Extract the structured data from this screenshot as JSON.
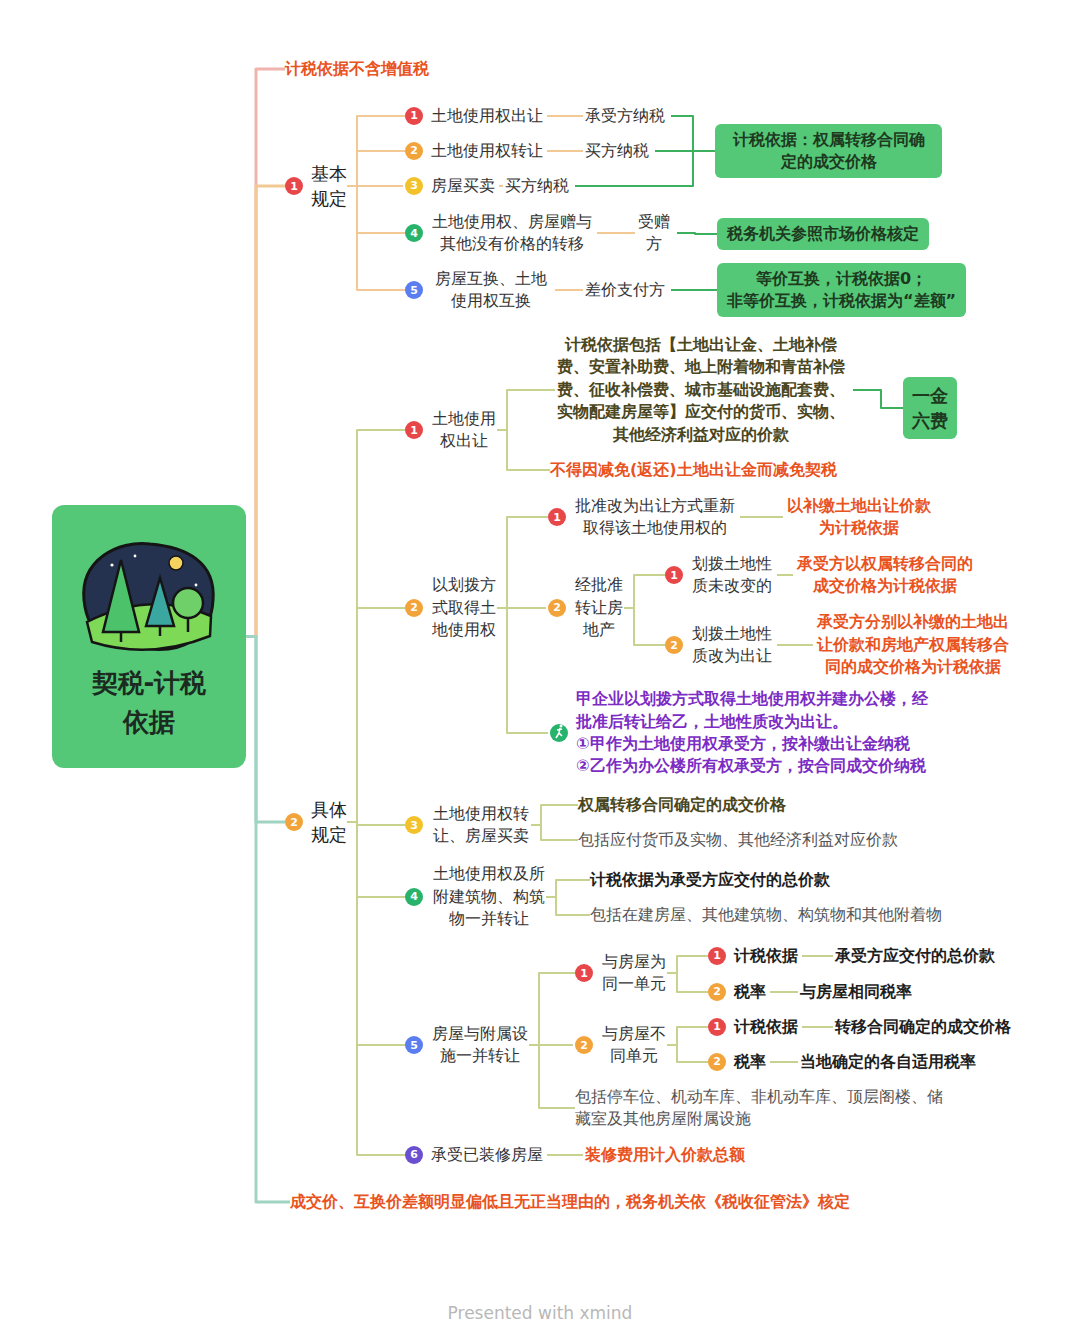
{
  "diagram": {
    "nodes": [
      {
        "text": [
          "契税-计税依据"
        ]
      },
      {
        "text": [
          "计税依据不含增值税"
        ]
      },
      {
        "text": [
          "1",
          "基本规定"
        ]
      },
      {
        "text": [
          "1",
          "土地使用权出让"
        ]
      },
      {
        "text": [
          "承受方纳税"
        ]
      },
      {
        "text": [
          "2",
          "土地使用权转让"
        ]
      },
      {
        "text": [
          "买方纳税"
        ]
      },
      {
        "text": [
          "3",
          "房屋买卖"
        ]
      },
      {
        "text": [
          "买方纳税"
        ]
      },
      {
        "text": [
          "4",
          "土地使用权、房屋赠与其他没有价格的转移"
        ]
      },
      {
        "text": [
          "受赠方"
        ]
      },
      {
        "text": [
          "5",
          "房屋互换、土地使用权互换"
        ]
      },
      {
        "text": [
          "差价支付方"
        ]
      },
      {
        "text": [
          "计税依据：权属转移合同确定的成交价格"
        ]
      },
      {
        "text": [
          "税务机关参照市场价格核定"
        ]
      },
      {
        "text": [
          "等价互换，计税依据0；",
          "非等价互换，计税依据为“差额”"
        ]
      },
      {
        "text": [
          "2",
          "具体规定"
        ]
      },
      {
        "text": [
          "1",
          "土地使用权出让"
        ]
      },
      {
        "text": [
          "计税依据包括【土地出让金、土地补偿费、安置补助费、地上附着物和青苗补偿费、征收补偿费、城市基础设施配套费、实物配建房屋等】应交付的货币、实物、其他经济利益对应的价款"
        ]
      },
      {
        "text": [
          "不得因减免(返还)土地出让金而减免契税"
        ]
      },
      {
        "text": [
          "一金六费"
        ]
      },
      {
        "text": [
          "2",
          "以划拨方式取得土地使用权"
        ]
      },
      {
        "text": [
          "1",
          "批准改为出让方式重新取得该土地使用权的"
        ]
      },
      {
        "text": [
          "以补缴土地出让价款为计税依据"
        ]
      },
      {
        "text": [
          "2",
          "经批准转让房地产"
        ]
      },
      {
        "text": [
          "1",
          "划拨土地性质未改变的"
        ]
      },
      {
        "text": [
          "承受方以权属转移合同的成交价格为计税依据"
        ]
      },
      {
        "text": [
          "2",
          "划拨土地性质改为出让"
        ]
      },
      {
        "text": [
          "承受方分别以补缴的土地出让价款和房地产权属转移合同的成交价格为计税依据"
        ]
      },
      {
        "text": [
          "甲企业以划拨方式取得土地使用权并建办公楼，经批准后转让给乙，土地性质改为出让。",
          "①甲作为土地使用权承受方，按补缴出让金纳税",
          "②乙作为办公楼所有权承受方，按合同成交价纳税"
        ]
      },
      {
        "text": [
          "3",
          "土地使用权转让、房屋买卖"
        ]
      },
      {
        "text": [
          "权属转移合同确定的成交价格"
        ]
      },
      {
        "text": [
          "包括应付货币及实物、其他经济利益对应价款"
        ]
      },
      {
        "text": [
          "4",
          "土地使用权及所附建筑物、构筑物一并转让"
        ]
      },
      {
        "text": [
          "计税依据为承受方应交付的总价款"
        ]
      },
      {
        "text": [
          "包括在建房屋、其他建筑物、构筑物和其他附着物"
        ]
      },
      {
        "text": [
          "5",
          "房屋与附属设施一并转让"
        ]
      },
      {
        "text": [
          "1",
          "与房屋为同一单元"
        ]
      },
      {
        "text": [
          "1",
          "计税依据"
        ]
      },
      {
        "text": [
          "承受方应交付的总价款"
        ]
      },
      {
        "text": [
          "2",
          "税率"
        ]
      },
      {
        "text": [
          "与房屋相同税率"
        ]
      },
      {
        "text": [
          "2",
          "与房屋不同单元"
        ]
      },
      {
        "text": [
          "1",
          "计税依据"
        ]
      },
      {
        "text": [
          "转移合同确定的成交价格"
        ]
      },
      {
        "text": [
          "2",
          "税率"
        ]
      },
      {
        "text": [
          "当地确定的各自适用税率"
        ]
      },
      {
        "text": [
          "包括停车位、机动车库、非机动车库、顶层阁楼、储藏室及其他房屋附属设施"
        ]
      },
      {
        "text": [
          "6",
          "承受已装修房屋"
        ]
      },
      {
        "text": [
          "装修费用计入价款总额"
        ]
      },
      {
        "text": [
          "成交价、互换价差额明显偏低且无正当理由的，税务机关依《税收征管法》核定"
        ]
      }
    ],
    "edges": [
      {
        "from": 0,
        "to": 1,
        "arrow": "none"
      },
      {
        "from": 0,
        "to": 2,
        "arrow": "none"
      },
      {
        "from": 0,
        "to": 16,
        "arrow": "none"
      },
      {
        "from": 0,
        "to": 50,
        "arrow": "none"
      },
      {
        "from": 2,
        "to": 3,
        "arrow": "none"
      },
      {
        "from": 2,
        "to": 5,
        "arrow": "none"
      },
      {
        "from": 2,
        "to": 7,
        "arrow": "none"
      },
      {
        "from": 2,
        "to": 9,
        "arrow": "none"
      },
      {
        "from": 2,
        "to": 11,
        "arrow": "none"
      },
      {
        "from": 3,
        "to": 4,
        "arrow": "none"
      },
      {
        "from": 5,
        "to": 6,
        "arrow": "none"
      },
      {
        "from": 7,
        "to": 8,
        "arrow": "none"
      },
      {
        "from": 9,
        "to": 10,
        "arrow": "none"
      },
      {
        "from": 11,
        "to": 12,
        "arrow": "none"
      },
      {
        "from": 4,
        "to": 13,
        "arrow": "none"
      },
      {
        "from": 6,
        "to": 13,
        "arrow": "none"
      },
      {
        "from": 8,
        "to": 13,
        "arrow": "none"
      },
      {
        "from": 10,
        "to": 14,
        "arrow": "none"
      },
      {
        "from": 12,
        "to": 15,
        "arrow": "none"
      },
      {
        "from": 16,
        "to": 17,
        "arrow": "none"
      },
      {
        "from": 16,
        "to": 21,
        "arrow": "none"
      },
      {
        "from": 16,
        "to": 30,
        "arrow": "none"
      },
      {
        "from": 16,
        "to": 33,
        "arrow": "none"
      },
      {
        "from": 16,
        "to": 36,
        "arrow": "none"
      },
      {
        "from": 16,
        "to": 48,
        "arrow": "none"
      },
      {
        "from": 17,
        "to": 18,
        "arrow": "none"
      },
      {
        "from": 17,
        "to": 19,
        "arrow": "none"
      },
      {
        "from": 18,
        "to": 20,
        "arrow": "none"
      },
      {
        "from": 21,
        "to": 22,
        "arrow": "none"
      },
      {
        "from": 21,
        "to": 24,
        "arrow": "none"
      },
      {
        "from": 21,
        "to": 29,
        "arrow": "none"
      },
      {
        "from": 22,
        "to": 23,
        "arrow": "none"
      },
      {
        "from": 24,
        "to": 25,
        "arrow": "none"
      },
      {
        "from": 24,
        "to": 27,
        "arrow": "none"
      },
      {
        "from": 25,
        "to": 26,
        "arrow": "none"
      },
      {
        "from": 27,
        "to": 28,
        "arrow": "none"
      },
      {
        "from": 30,
        "to": 31,
        "arrow": "none"
      },
      {
        "from": 30,
        "to": 32,
        "arrow": "none"
      },
      {
        "from": 33,
        "to": 34,
        "arrow": "none"
      },
      {
        "from": 33,
        "to": 35,
        "arrow": "none"
      },
      {
        "from": 36,
        "to": 37,
        "arrow": "none"
      },
      {
        "from": 36,
        "to": 42,
        "arrow": "none"
      },
      {
        "from": 36,
        "to": 47,
        "arrow": "none"
      },
      {
        "from": 37,
        "to": 38,
        "arrow": "none"
      },
      {
        "from": 37,
        "to": 40,
        "arrow": "none"
      },
      {
        "from": 38,
        "to": 39,
        "arrow": "none"
      },
      {
        "from": 40,
        "to": 41,
        "arrow": "none"
      },
      {
        "from": 42,
        "to": 43,
        "arrow": "none"
      },
      {
        "from": 42,
        "to": 45,
        "arrow": "none"
      },
      {
        "from": 43,
        "to": 44,
        "arrow": "none"
      },
      {
        "from": 45,
        "to": 46,
        "arrow": "none"
      },
      {
        "from": 48,
        "to": 49,
        "arrow": "none"
      }
    ],
    "labels": [
      "Presented with xmind"
    ]
  }
}
